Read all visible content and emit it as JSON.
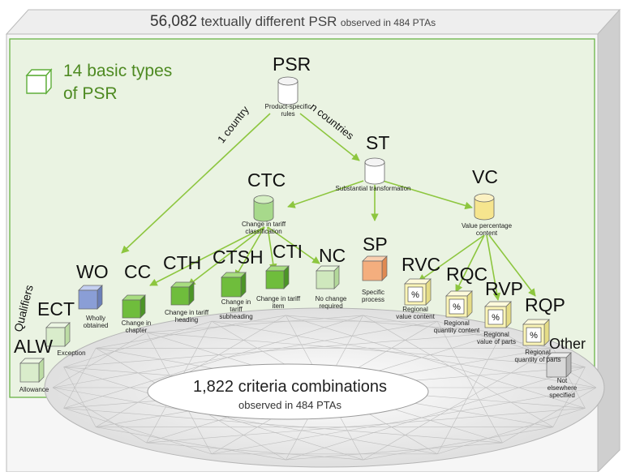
{
  "header": {
    "count": "56,082",
    "middle": "textually different PSR",
    "tail": "observed in 484 PTAs"
  },
  "legend": {
    "line1": "14 basic types",
    "line2": "of PSR"
  },
  "edges": {
    "one_country": "1 country",
    "n_countries": "n countries",
    "qualifiers": "Qualifiers"
  },
  "nodes": {
    "psr": {
      "code": "PSR",
      "desc": "Product-specific rules"
    },
    "st": {
      "code": "ST",
      "desc": "Substantial transformation"
    },
    "ctc": {
      "code": "CTC",
      "desc": "Change in tariff classification"
    },
    "vc": {
      "code": "VC",
      "desc": "Value percentage content"
    },
    "sp": {
      "code": "SP",
      "desc": "Specific process"
    },
    "wo": {
      "code": "WO",
      "desc": "Wholly obtained"
    },
    "cc": {
      "code": "CC",
      "desc": "Change in chapter"
    },
    "cth": {
      "code": "CTH",
      "desc": "Change in tariff heading"
    },
    "ctsh": {
      "code": "CTSH",
      "desc": "Change in tariff subheading"
    },
    "cti": {
      "code": "CTI",
      "desc": "Change in tariff item"
    },
    "nc": {
      "code": "NC",
      "desc": "No change required"
    },
    "rvc": {
      "code": "RVC",
      "desc": "Regional value content"
    },
    "rqc": {
      "code": "RQC",
      "desc": "Regional quantity content"
    },
    "rvp": {
      "code": "RVP",
      "desc": "Regional value of parts"
    },
    "rqp": {
      "code": "RQP",
      "desc": "Regional quantity of parts"
    },
    "other": {
      "code": "Other",
      "desc": "Not elsewhere specified"
    },
    "ect": {
      "code": "ECT",
      "desc": "Exception"
    },
    "alw": {
      "code": "ALW",
      "desc": "Allowance"
    }
  },
  "percent_symbol": "%",
  "combinations": {
    "line1": "1,822 criteria combinations",
    "line2": "observed in 484 PTAs"
  },
  "colors": {
    "panel_fill": "#eaf3e2",
    "panel_border": "#5fae3a",
    "arrow": "#8dc63f",
    "box_side": "#c6c6c6",
    "box_top": "#e6e6e6"
  }
}
